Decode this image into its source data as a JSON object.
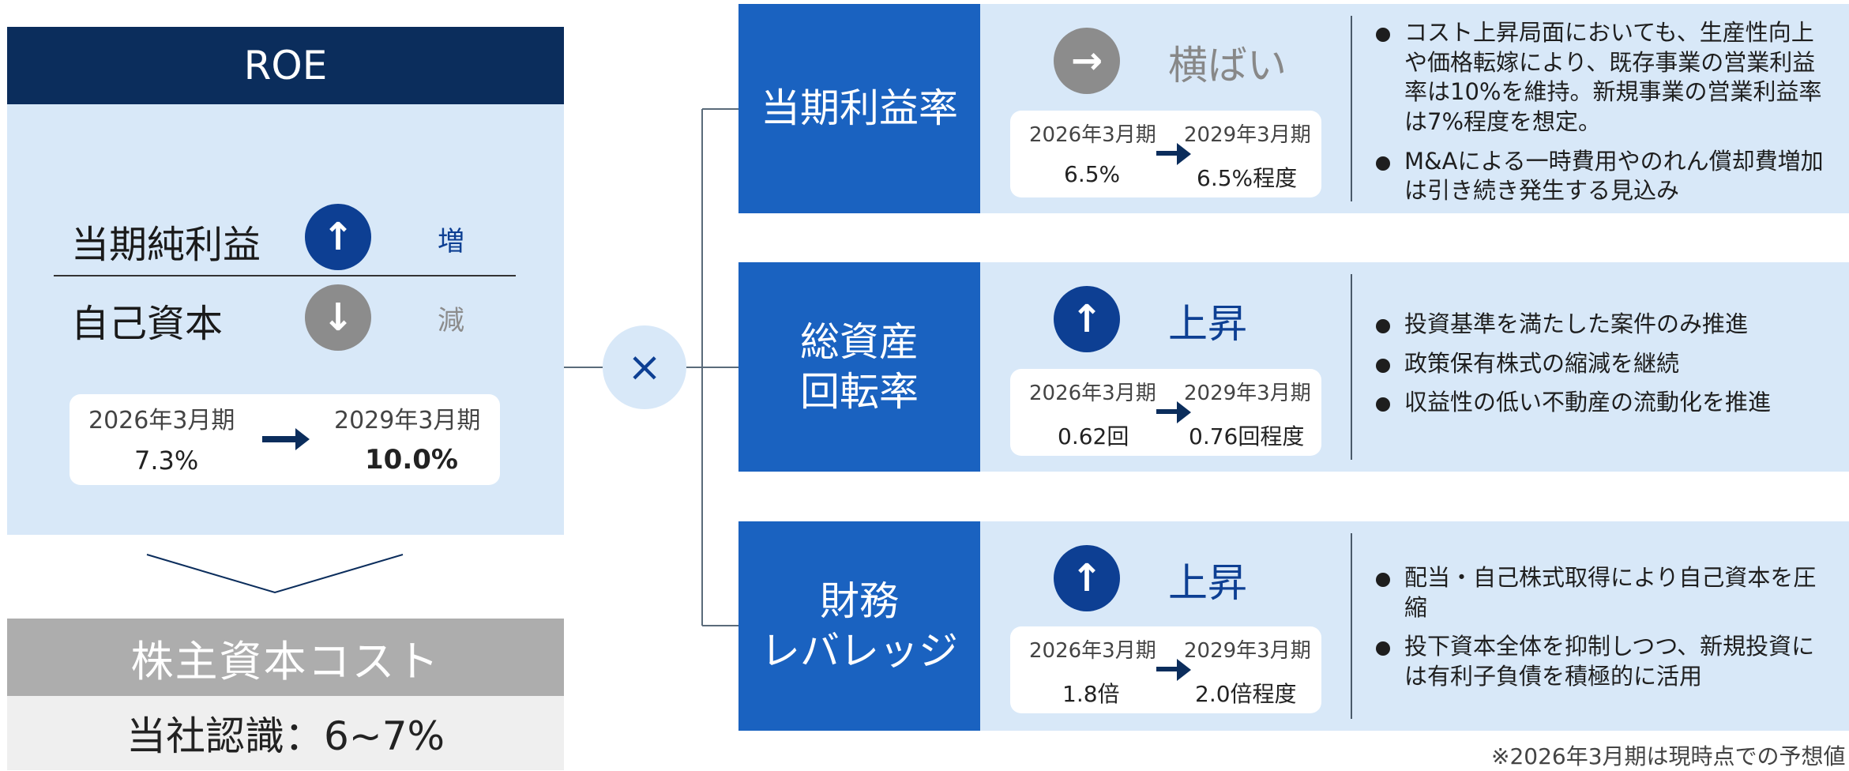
{
  "roe": {
    "title": "ROE",
    "net_income": {
      "label": "当期純利益",
      "direction": "↑",
      "trend": "増"
    },
    "equity": {
      "label": "自己資本",
      "direction": "↓",
      "trend": "減"
    },
    "from_period": "2026年3月期",
    "to_period": "2029年3月期",
    "from_value": "7.3%",
    "to_value": "10.0%"
  },
  "cost_of_equity": {
    "title": "株主資本コスト",
    "value": "当社認識：6~7%"
  },
  "multiply_symbol": "×",
  "rows": [
    {
      "label_lines": [
        "当期利益率"
      ],
      "direction": "→",
      "trend": "横ばい",
      "from_period": "2026年3月期",
      "to_period": "2029年3月期",
      "from_value": "6.5%",
      "to_value": "6.5%程度",
      "bullets": [
        "コスト上昇局面においても、生産性向上や価格転嫁により、既存事業の営業利益率は10%を維持。新規事業の営業利益率は7%程度を想定。",
        "M&Aによる一時費用やのれん償却費増加は引き続き発生する見込み"
      ]
    },
    {
      "label_lines": [
        "総資産",
        "回転率"
      ],
      "direction": "↑",
      "trend": "上昇",
      "from_period": "2026年3月期",
      "to_period": "2029年3月期",
      "from_value": "0.62回",
      "to_value": "0.76回程度",
      "bullets": [
        "投資基準を満たした案件のみ推進",
        "政策保有株式の縮減を継続",
        "収益性の低い不動産の流動化を推進"
      ]
    },
    {
      "label_lines": [
        "財務",
        "レバレッジ"
      ],
      "direction": "↑",
      "trend": "上昇",
      "from_period": "2026年3月期",
      "to_period": "2029年3月期",
      "from_value": "1.8倍",
      "to_value": "2.0倍程度",
      "bullets": [
        "配当・自己株式取得により自己資本を圧縮",
        "投下資本全体を抑制しつつ、新規投資には有利子負債を積極的に活用"
      ]
    }
  ],
  "footnote": "※2026年3月期は現時点での予想値",
  "colors": {
    "navy": "#0b2d5c",
    "blue": "#1a62c0",
    "light_blue": "#d8e8f8",
    "gray": "#adadad"
  }
}
